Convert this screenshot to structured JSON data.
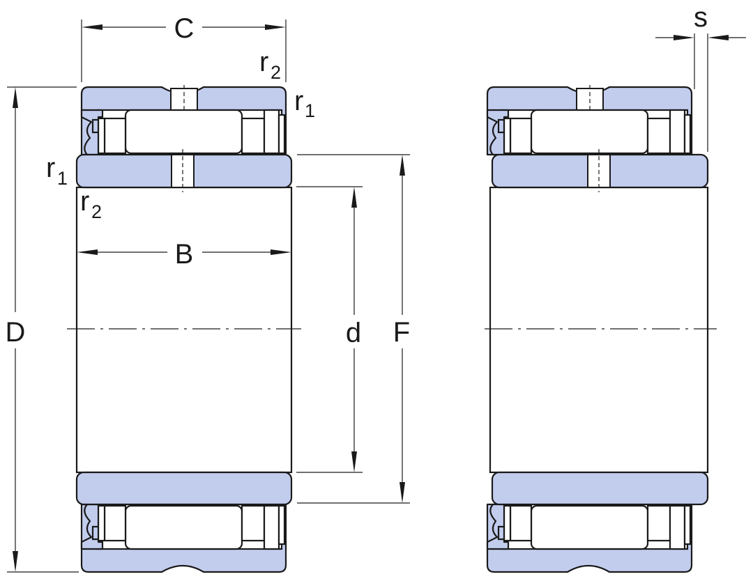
{
  "drawing": {
    "labels": {
      "C": "C",
      "B": "B",
      "D": "D",
      "d": "d",
      "F": "F",
      "s": "s",
      "r": "r",
      "sub1": "1",
      "sub2": "2"
    },
    "colors": {
      "ring_fill": "#c2cdee",
      "outline": "#1a1a1a",
      "background": "#ffffff"
    }
  }
}
